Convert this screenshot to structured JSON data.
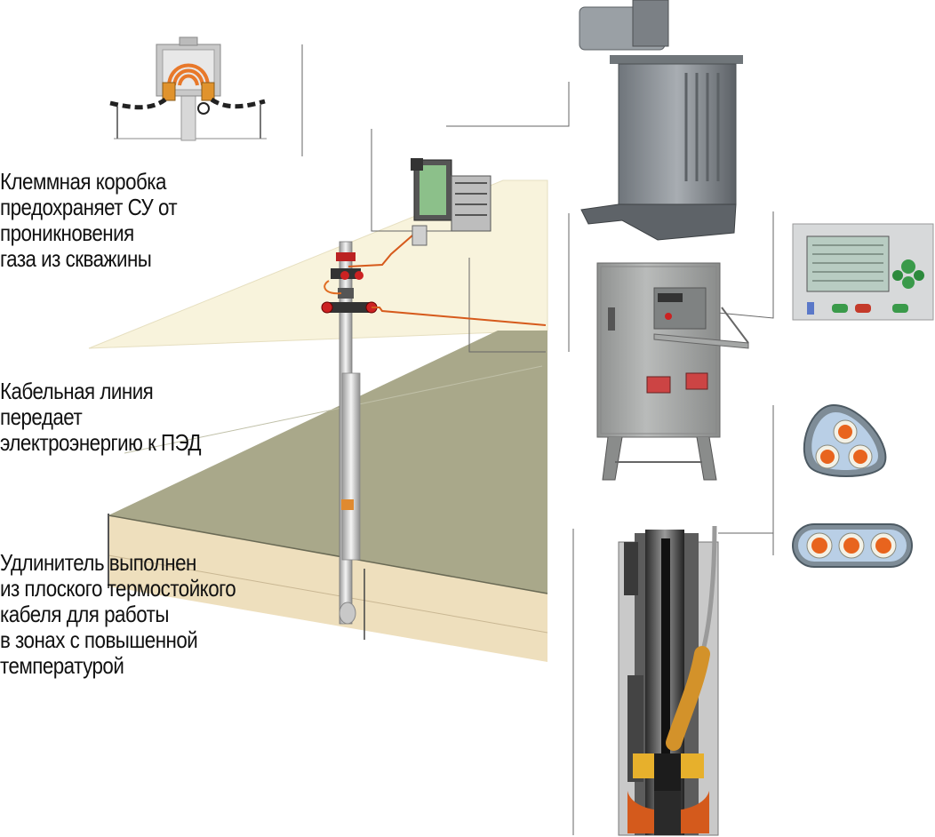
{
  "captions": {
    "junction_box": [
      "Клеммная коробка",
      "предохраняет СУ от",
      "проникновения",
      "газа из скважины"
    ],
    "cable_line": [
      "Кабельная линия",
      "передает",
      "электроэнергию к ПЭД"
    ],
    "extension": [
      "Удлинитель выполнен",
      "из плоского термостойкого",
      "кабеля для работы",
      "в  зонах с повышенной",
      "температурой"
    ]
  },
  "colors": {
    "surface_upper": "#f8f3dc",
    "surface_lower": "#a9a88a",
    "soil": "#eedfbd",
    "cable": "#d65a1c",
    "cabinet": "#a9abaa",
    "transformer": "#8d9398",
    "conductor": "#e8641e"
  }
}
